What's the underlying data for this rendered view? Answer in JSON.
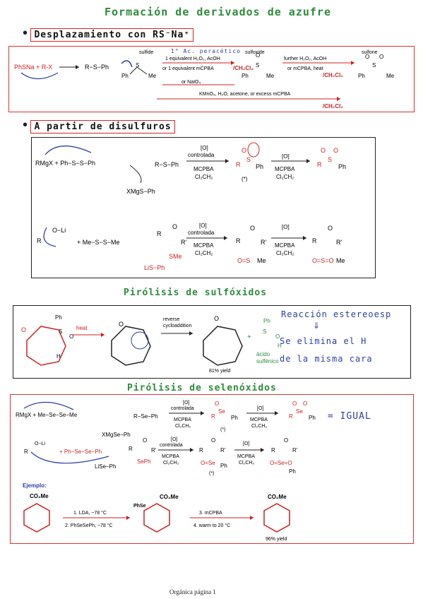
{
  "titles": {
    "main": "Formación de derivados de azufre",
    "s1": "Desplazamiento con RS⁻Na⁺",
    "s2": "A partir de disulfuros",
    "s3": "Pirólisis de sulfóxidos",
    "s4": "Pirólisis de selenóxidos"
  },
  "section1": {
    "reagents": "PhSNa + R-X",
    "product": "R−S−Ph",
    "sulfide_label": "sulfide",
    "sulfoxide_label": "sulfoxide",
    "sulfone_label": "sulfone",
    "cond_1": "1 equivalent H₂O₂, AcOH",
    "cond_2": "or 1 equivalent mCPBA",
    "cond_3": "or NaIO₄",
    "cond_4": "further H₂O₂, AcOH",
    "cond_5": "or mCPBA, heat",
    "cond_6": "KMnO₄, H₂O, acetone, or excess mCPBA",
    "hand_1": "1° Ac. peracético",
    "hand_2": "/CH₂Cl₂",
    "hand_3": "/CH₂Cl₂",
    "hand_4": "/CH₂Cl₂"
  },
  "section2": {
    "reagent": "RMgX + Ph−S−S−Ph",
    "byproduct": "XMgS−Ph",
    "int": "R−S−Ph",
    "ox1": "[O]",
    "ox1b": "controlada",
    "mcpba": "MCPBA",
    "solvent": "Cl₂CH₂",
    "ox2": "[O]",
    "chiral": "(*)",
    "reagent2": "+ Me−S−S−Me",
    "byproduct2": "LiS−Ph",
    "sme": "SMe",
    "me": "Me"
  },
  "section3": {
    "heat": "heat",
    "reverse": "reverse",
    "cycloaddition": "cycloaddition",
    "yield": "81% yield",
    "acid1": "ácido",
    "acid2": "sulfénico",
    "note1": "Reacción estereoesp",
    "note2": "Se elimina el H",
    "note3": "de la misma cara"
  },
  "section4": {
    "reagent": "RMgX + Me−Se−Se−Me",
    "byproduct": "XMgSe−Ph",
    "int": "R−Se−Ph",
    "igual": "= IGUAL",
    "byproduct2": "LiSe−Ph",
    "example": "Ejemplo:",
    "co2me": "CO₂Me",
    "phse": "PhSe",
    "step1": "1. LDA, −78 °C",
    "step2": "2. PhSeSePh, −78 °C",
    "step3": "3. mCPBA",
    "step4": "4. warm to 20 °C",
    "yield": "96% yield"
  },
  "footer": "Orgánica página 1"
}
